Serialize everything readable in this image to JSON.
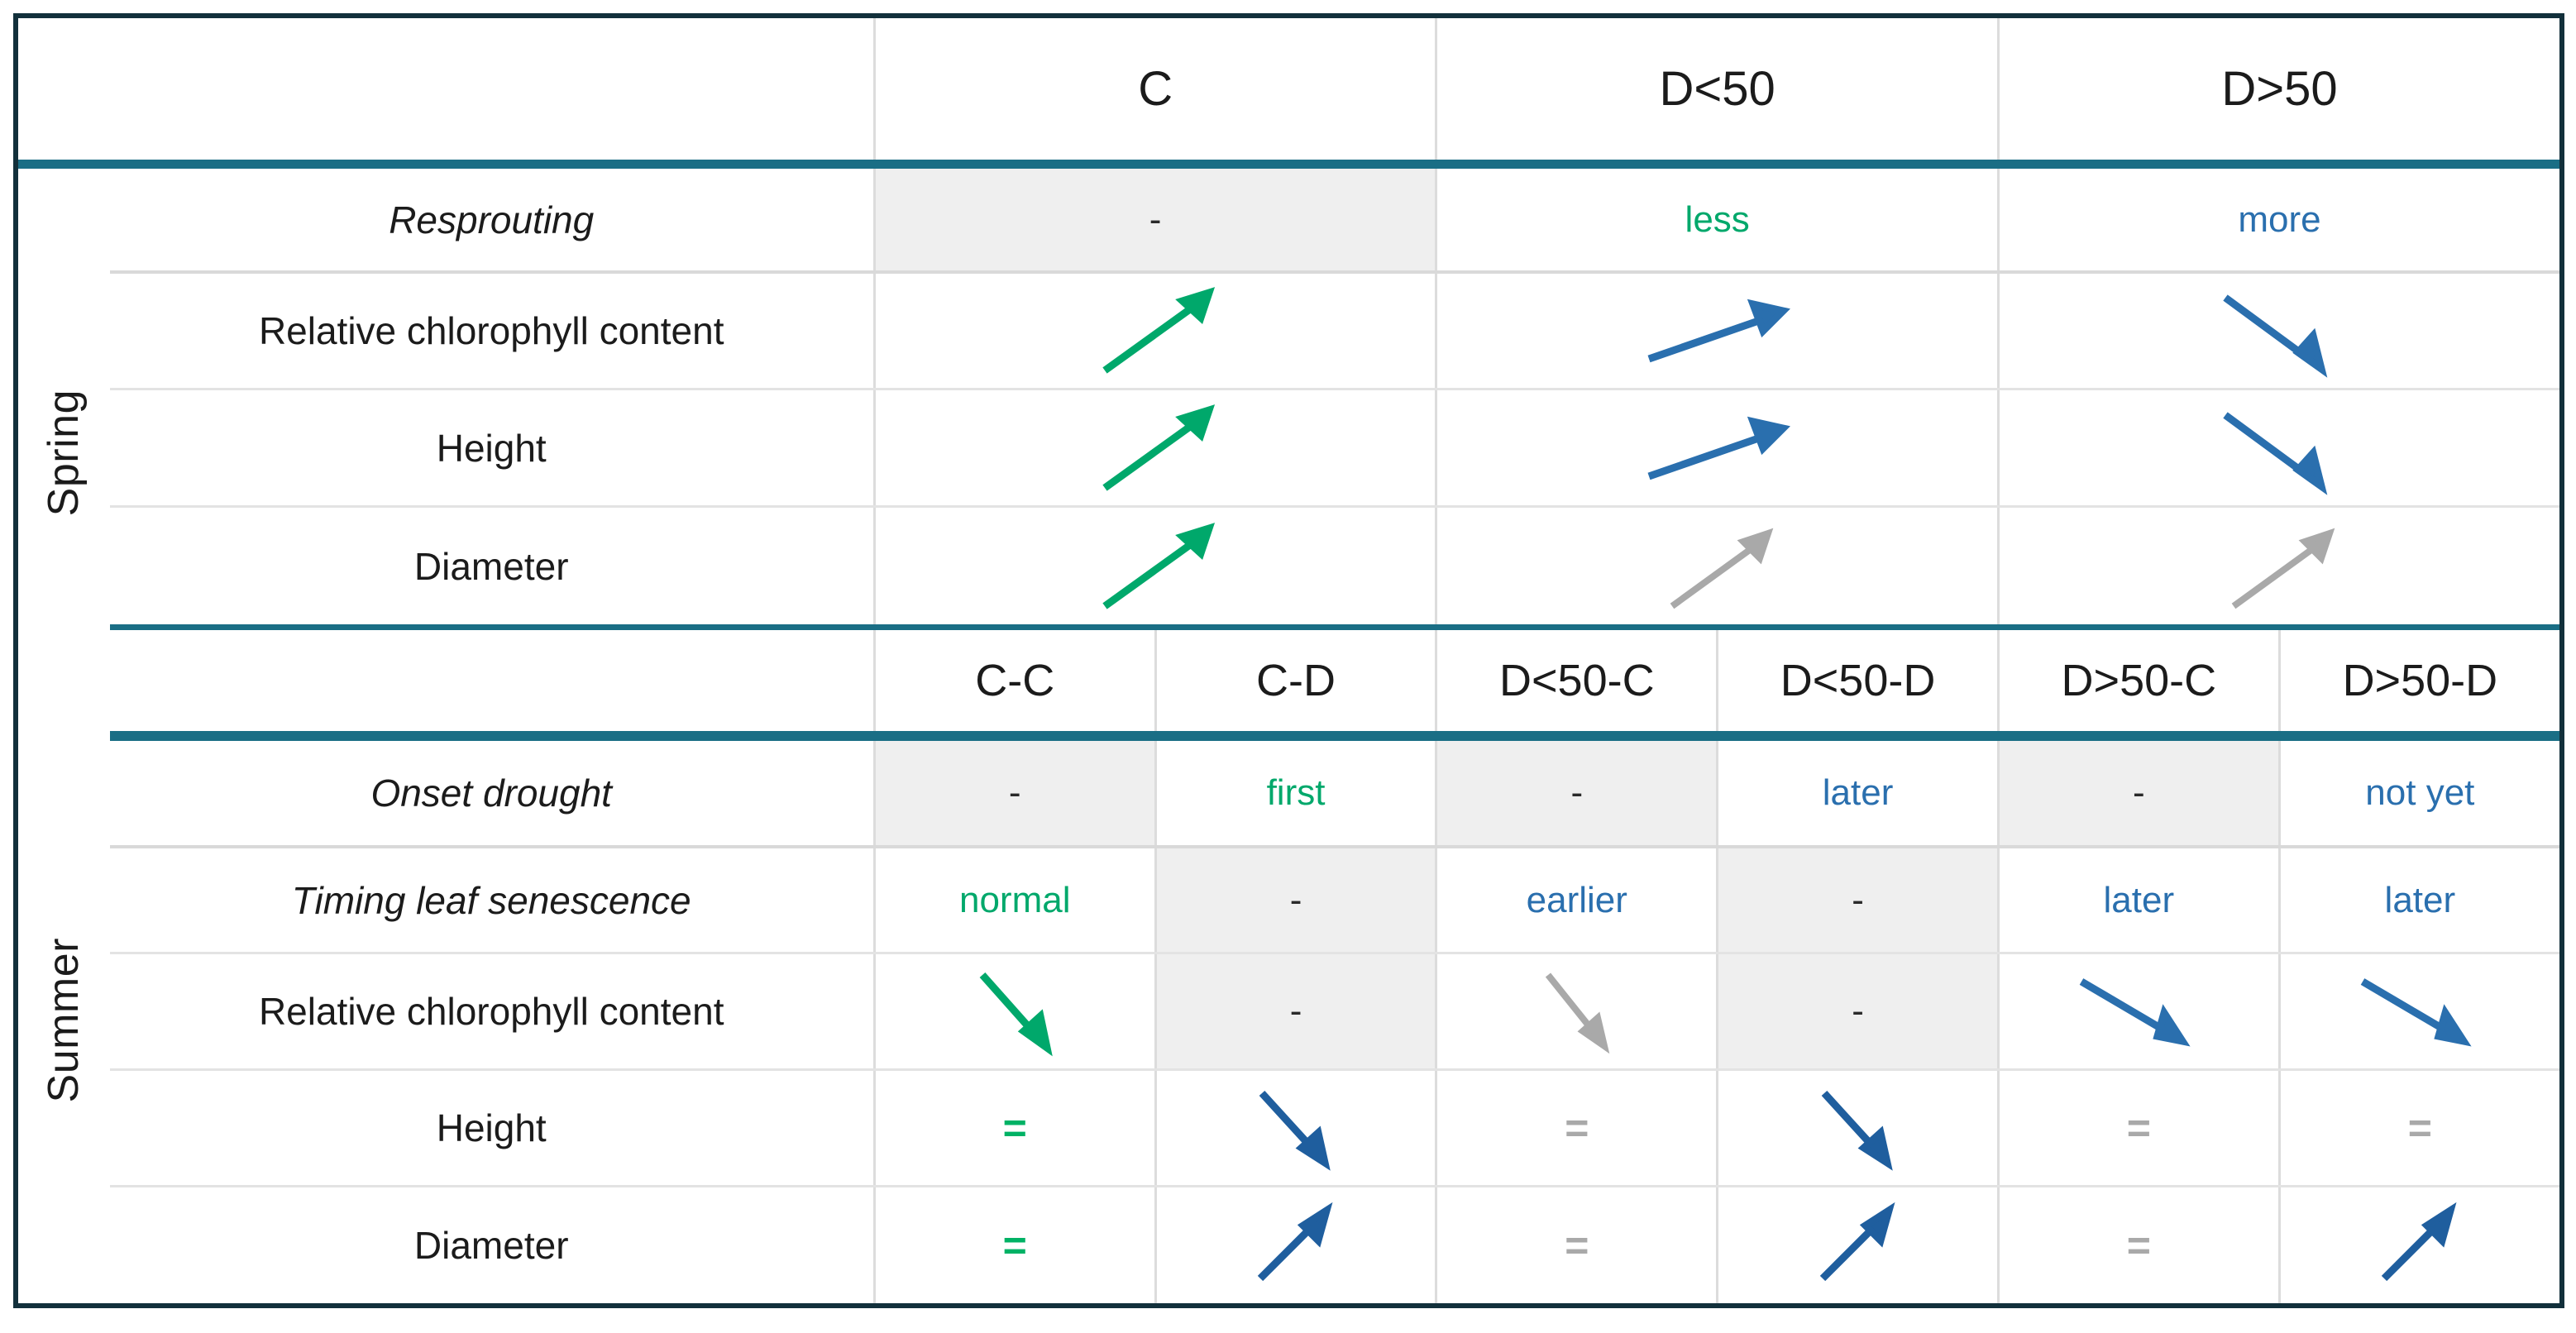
{
  "figure": {
    "kind": "comparison-matrix-table",
    "colors": {
      "outer_border": "#12303b",
      "band_teal": "#1a6e85",
      "green": "#00a86b",
      "blue": "#2a6fae",
      "gray": "#a9a9a9",
      "shaded_cell": "#efefef"
    }
  },
  "seasons": {
    "spring": "Spring",
    "summer": "Summer"
  },
  "spring": {
    "columns": [
      "C",
      "D<50",
      "D>50"
    ],
    "rows": [
      {
        "label": "Resprouting",
        "italic": true,
        "cells": [
          {
            "type": "text",
            "text": "-",
            "color": "dash",
            "shaded": true
          },
          {
            "type": "text",
            "text": "less",
            "color": "green",
            "shaded": false
          },
          {
            "type": "text",
            "text": "more",
            "color": "blue",
            "shaded": false
          }
        ]
      },
      {
        "label": "Relative chlorophyll content",
        "italic": false,
        "cells": [
          {
            "type": "arrow",
            "dir": "up-steep",
            "color": "green",
            "shaded": false
          },
          {
            "type": "arrow",
            "dir": "up-shallow",
            "color": "blue",
            "shaded": false
          },
          {
            "type": "arrow",
            "dir": "down-steep",
            "color": "blue",
            "shaded": false
          }
        ]
      },
      {
        "label": "Height",
        "italic": false,
        "cells": [
          {
            "type": "arrow",
            "dir": "up-steep",
            "color": "green",
            "shaded": false
          },
          {
            "type": "arrow",
            "dir": "up-shallow",
            "color": "blue",
            "shaded": false
          },
          {
            "type": "arrow",
            "dir": "down-steep",
            "color": "blue",
            "shaded": false
          }
        ]
      },
      {
        "label": "Diameter",
        "italic": false,
        "cells": [
          {
            "type": "arrow",
            "dir": "up-steep",
            "color": "green",
            "shaded": false
          },
          {
            "type": "arrow",
            "dir": "up-steep",
            "color": "gray",
            "shaded": false
          },
          {
            "type": "arrow",
            "dir": "up-steep",
            "color": "gray",
            "shaded": false
          }
        ]
      }
    ]
  },
  "summer": {
    "columns": [
      "C-C",
      "C-D",
      "D<50-C",
      "D<50-D",
      "D>50-C",
      "D>50-D"
    ],
    "rows": [
      {
        "label": "Onset drought",
        "italic": true,
        "cells": [
          {
            "type": "text",
            "text": "-",
            "color": "dash",
            "shaded": true
          },
          {
            "type": "text",
            "text": "first",
            "color": "green",
            "shaded": false
          },
          {
            "type": "text",
            "text": "-",
            "color": "dash",
            "shaded": true
          },
          {
            "type": "text",
            "text": "later",
            "color": "blue",
            "shaded": false
          },
          {
            "type": "text",
            "text": "-",
            "color": "dash",
            "shaded": true
          },
          {
            "type": "text",
            "text": "not yet",
            "color": "blue",
            "shaded": false
          }
        ]
      },
      {
        "label": "Timing leaf senescence",
        "italic": true,
        "cells": [
          {
            "type": "text",
            "text": "normal",
            "color": "green",
            "shaded": false
          },
          {
            "type": "text",
            "text": "-",
            "color": "dash",
            "shaded": true
          },
          {
            "type": "text",
            "text": "earlier",
            "color": "blue",
            "shaded": false
          },
          {
            "type": "text",
            "text": "-",
            "color": "dash",
            "shaded": true
          },
          {
            "type": "text",
            "text": "later",
            "color": "blue",
            "shaded": false
          },
          {
            "type": "text",
            "text": "later",
            "color": "blue",
            "shaded": false
          }
        ]
      },
      {
        "label": "Relative chlorophyll content",
        "italic": false,
        "cells": [
          {
            "type": "arrow",
            "dir": "down-steep",
            "color": "green",
            "shaded": false
          },
          {
            "type": "text",
            "text": "-",
            "color": "dash",
            "shaded": true
          },
          {
            "type": "arrow",
            "dir": "down-steep",
            "color": "gray",
            "shaded": false
          },
          {
            "type": "text",
            "text": "-",
            "color": "dash",
            "shaded": true
          },
          {
            "type": "arrow",
            "dir": "down-mid",
            "color": "blue",
            "shaded": false
          },
          {
            "type": "arrow",
            "dir": "down-mid",
            "color": "blue",
            "shaded": false
          }
        ]
      },
      {
        "label": "Height",
        "italic": false,
        "cells": [
          {
            "type": "equals",
            "text": "=",
            "color": "green",
            "shaded": false
          },
          {
            "type": "arrow",
            "dir": "down-mid",
            "color": "blue",
            "shaded": false
          },
          {
            "type": "equals",
            "text": "=",
            "color": "gray",
            "shaded": false
          },
          {
            "type": "arrow",
            "dir": "down-mid",
            "color": "blue",
            "shaded": false
          },
          {
            "type": "equals",
            "text": "=",
            "color": "gray",
            "shaded": false
          },
          {
            "type": "equals",
            "text": "=",
            "color": "gray",
            "shaded": false
          }
        ]
      },
      {
        "label": "Diameter",
        "italic": false,
        "cells": [
          {
            "type": "equals",
            "text": "=",
            "color": "green",
            "shaded": false
          },
          {
            "type": "arrow",
            "dir": "up-mid",
            "color": "blue",
            "shaded": false
          },
          {
            "type": "equals",
            "text": "=",
            "color": "gray",
            "shaded": false
          },
          {
            "type": "arrow",
            "dir": "up-mid",
            "color": "blue",
            "shaded": false
          },
          {
            "type": "equals",
            "text": "=",
            "color": "gray",
            "shaded": false
          },
          {
            "type": "arrow",
            "dir": "up-mid",
            "color": "blue",
            "shaded": false
          }
        ]
      }
    ]
  }
}
